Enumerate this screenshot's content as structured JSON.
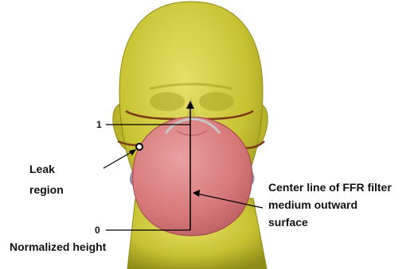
{
  "labels": {
    "tick_top": "1",
    "tick_bottom": "0",
    "leak_line1": "Leak",
    "leak_line2": "region",
    "center_line1": "Center line of FFR filter",
    "center_line2": "medium outward",
    "center_line3": "surface",
    "normalized_height": "Normalized height"
  },
  "colors": {
    "head": "#c8c233",
    "head_shadow": "#9e9a1e",
    "mask": "#d7787a",
    "mask_dark": "#b85558",
    "strap": "#7a3b13",
    "nose_clip": "#c7c7c7",
    "annotation": "#000000"
  }
}
